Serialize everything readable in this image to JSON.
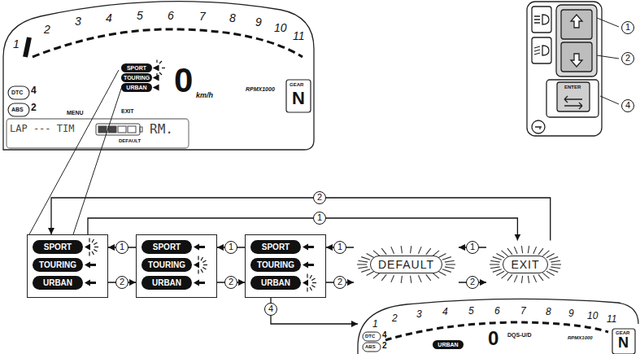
{
  "diagram": {
    "nodes": [
      {
        "text": [
          "SPORT",
          "TOURING",
          "URBAN"
        ]
      },
      {
        "text": [
          "SPORT",
          "TOURING",
          "URBAN"
        ]
      },
      {
        "text": [
          "SPORT",
          "TOURING",
          "URBAN"
        ]
      },
      {
        "text": [
          "DEFAULT"
        ]
      },
      {
        "text": [
          "EXIT"
        ]
      },
      {
        "text": [
          "1",
          "2",
          "3",
          "4",
          "5",
          "6",
          "7",
          "8",
          "9",
          "10",
          "11",
          "DTC",
          "4",
          "ABS",
          "2",
          "URBAN",
          "0",
          "DQS-U/D",
          "RPMX1000",
          "GEAR",
          "N"
        ]
      }
    ],
    "edges": [
      {
        "from": 1,
        "to": 0,
        "label": "1",
        "arrow": "to"
      },
      {
        "from": 2,
        "to": 1,
        "label": "1",
        "arrow": "to"
      },
      {
        "from": 3,
        "to": 2,
        "label": "1",
        "arrow": "to"
      },
      {
        "from": 4,
        "to": 3,
        "label": "1",
        "arrow": "to"
      },
      {
        "from": 0,
        "to": 1,
        "label": "2",
        "arrow": "to"
      },
      {
        "from": 1,
        "to": 2,
        "label": "2",
        "arrow": "to"
      },
      {
        "from": 2,
        "to": 3,
        "label": "2",
        "arrow": "to"
      },
      {
        "from": 3,
        "to": 4,
        "label": "2",
        "arrow": "to"
      },
      {
        "from": 0,
        "to": 4,
        "label": "1",
        "arrow": "to"
      },
      {
        "from": 4,
        "to": 0,
        "label": "2",
        "arrow": "to"
      },
      {
        "from": 2,
        "to": 5,
        "label": "4",
        "arrow": "to"
      }
    ],
    "labels": [
      "1",
      "2",
      "3",
      "4",
      "5",
      "6",
      "7",
      "8",
      "9",
      "10",
      "11",
      "DTC",
      "4",
      "ABS",
      "2",
      "SPORT",
      "TOURING",
      "URBAN",
      "0",
      "km/h",
      "RPMX1000",
      "GEAR",
      "N",
      "MENU",
      "EXIT",
      "DEFAULT",
      "LAP --- TIM",
      "RM.",
      "ENTER",
      "1",
      "2",
      "4"
    ]
  }
}
